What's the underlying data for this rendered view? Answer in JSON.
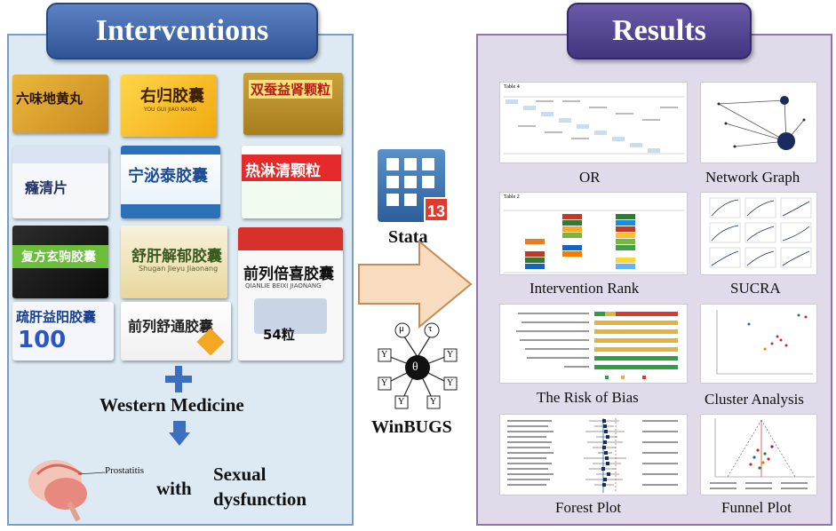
{
  "left": {
    "title": "Interventions",
    "drug_labels": [
      "六味地黄丸",
      "右归胶囊",
      "双蚕益肾颗粒",
      "癃清片",
      "宁泌泰胶囊",
      "热淋清颗粒",
      "复方玄驹胶囊",
      "舒肝解郁胶囊",
      "前列倍喜胶囊",
      "疏肝益阳胶囊",
      "前列舒通胶囊"
    ],
    "drug_sublabels": [
      "YOU GUI JIAO NANG",
      "Shugan Jieyu Jiaonang",
      "QIANLIE BEIXI JIAONANG"
    ],
    "pack_count": "54粒",
    "western_medicine": "Western Medicine",
    "prostatitis": "Prostatitis",
    "with_word": "with",
    "sexual_dysfunction": "Sexual dysfunction"
  },
  "middle": {
    "stata_label": "Stata",
    "stata_badge": "13",
    "winbugs_label": "WinBUGS",
    "node_mu": "μ",
    "node_tau": "τ",
    "node_theta": "θ",
    "node_y": "Y"
  },
  "right": {
    "title": "Results",
    "labels": {
      "or": "OR",
      "network_graph": "Network Graph",
      "intervention_rank": "Intervention Rank",
      "sucra": "SUCRA",
      "risk_of_bias": "The Risk of Bias",
      "cluster_analysis": "Cluster Analysis",
      "forest_plot": "Forest Plot",
      "funnel_plot": "Funnel Plot"
    },
    "table4_title": "Table 4",
    "table2_title": "Table 2"
  },
  "colors": {
    "left_bg": "#ddeaf4",
    "right_bg": "#e1daea",
    "plus_arrow": "#3d6fbf",
    "big_arrow": "#f7dcc0"
  }
}
